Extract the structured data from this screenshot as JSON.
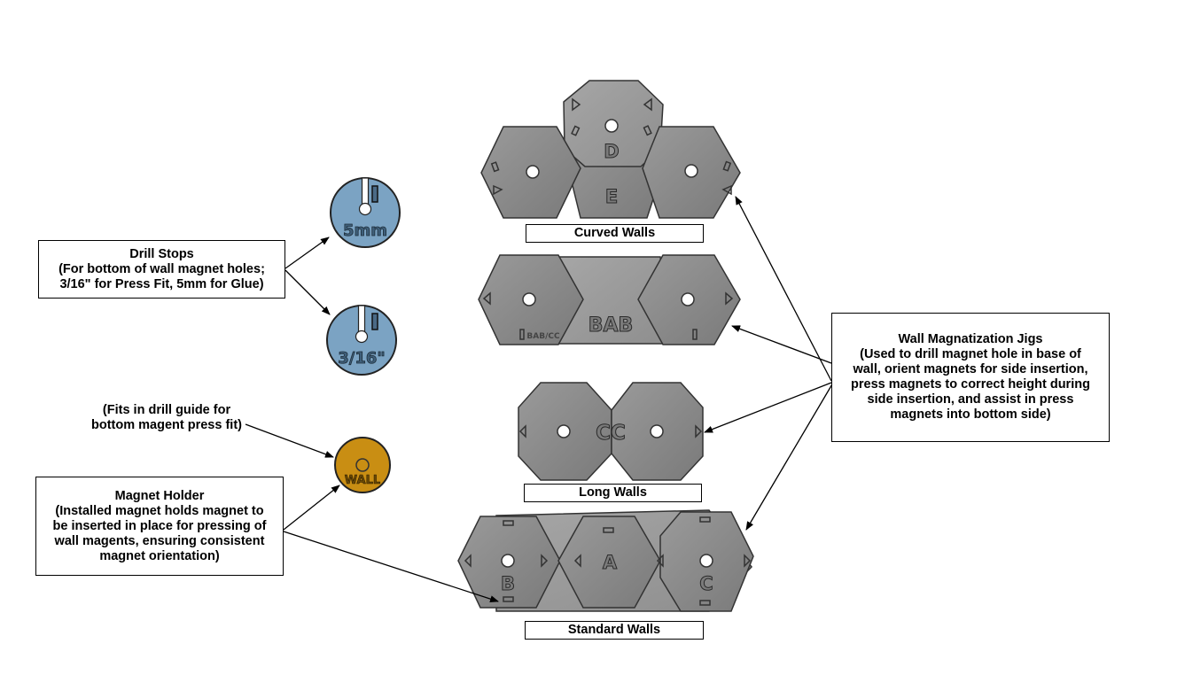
{
  "drill_stops": {
    "title": "Drill Stops",
    "lines": [
      "(For bottom of wall magnet holes;",
      "3/16\" for Press Fit, 5mm for Glue)"
    ],
    "disc_5mm": "5mm",
    "disc_316": "3/16\""
  },
  "press_fit_note": {
    "lines": [
      "(Fits in drill guide for",
      "bottom magent press fit)"
    ]
  },
  "magnet_holder": {
    "title": "Magnet Holder",
    "lines": [
      "(Installed magnet holds magnet to",
      "be inserted in place for pressing of",
      "wall magents, ensuring consistent",
      "magnet orientation)"
    ],
    "disc_label": "WALL"
  },
  "wall_jigs": {
    "title": "Wall Magnatization Jigs",
    "lines": [
      "(Used to drill magnet hole in base of",
      "wall, orient magnets for side insertion,",
      "press magnets to correct height during",
      "side insertion, and assist in press",
      "magnets into bottom side)"
    ]
  },
  "curved_walls": {
    "label": "Curved Walls",
    "letters": [
      "D",
      "E"
    ]
  },
  "bab_walls": {
    "label": "BAB",
    "small_label": "BAB/CC"
  },
  "long_walls": {
    "label": "Long Walls",
    "center": "CC"
  },
  "standard_walls": {
    "label": "Standard Walls",
    "letters": [
      "A",
      "B",
      "C"
    ]
  },
  "colors": {
    "disc_blue": "#7ba3c3",
    "disc_gold": "#c98e13",
    "jig_gray": "#8c8c8c"
  }
}
